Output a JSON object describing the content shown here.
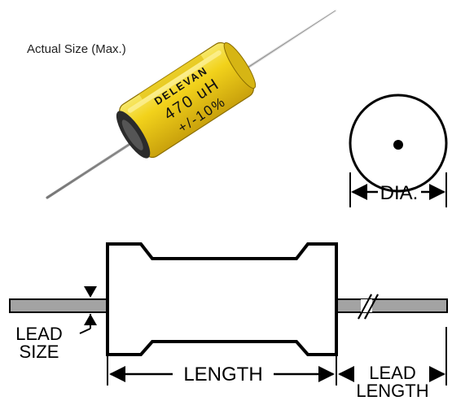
{
  "caption": "Actual Size (Max.)",
  "product_marking": {
    "brand": "DELEVAN",
    "value": "470 uH",
    "tolerance": "+/-10%"
  },
  "dimension_labels": {
    "diameter": "DIA.",
    "lead_size_line1": "LEAD",
    "lead_size_line2": "SIZE",
    "length": "LENGTH",
    "lead_length_line1": "LEAD",
    "lead_length_line2": "LENGTH"
  },
  "colors": {
    "body_yellow": "#f2d21b",
    "lead_gray": "#a3a3a3",
    "outline": "#000000"
  }
}
